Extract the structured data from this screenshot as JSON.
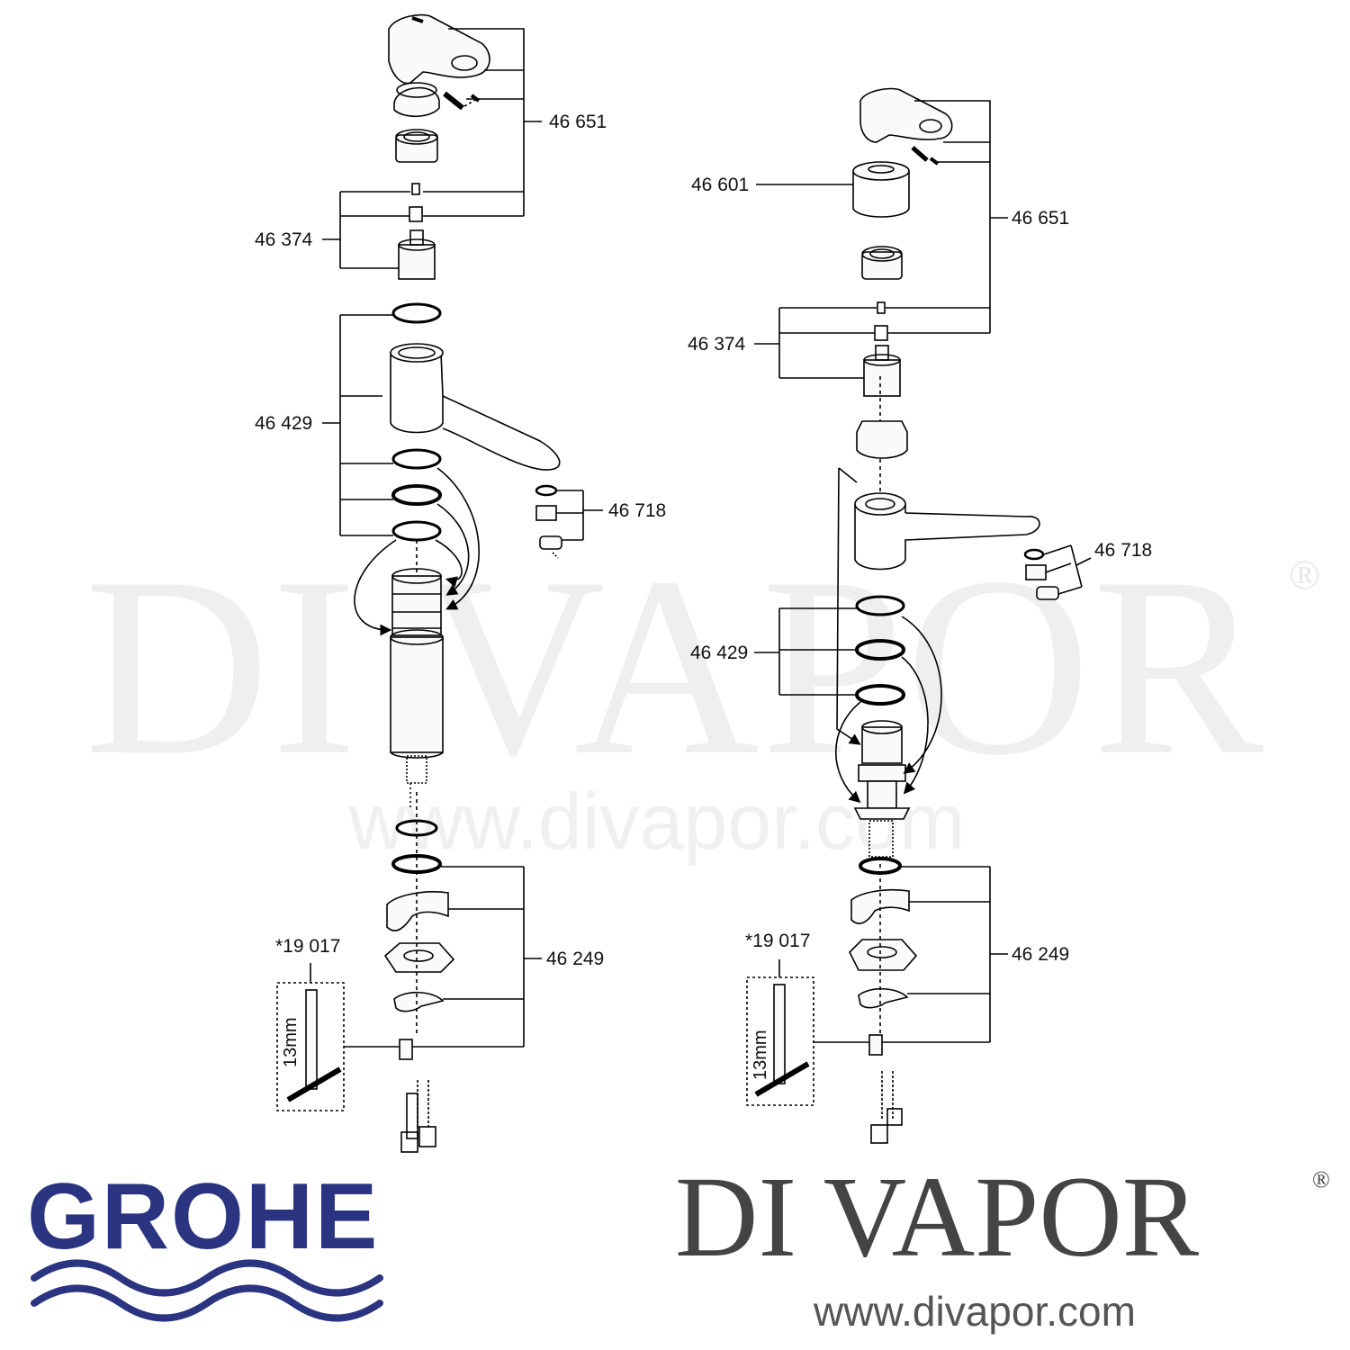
{
  "watermark": {
    "text": "DI VAPOR",
    "registered": "®",
    "url": "www.divapor.com"
  },
  "left_assembly": {
    "labels": {
      "handle": "46 651",
      "cartridge": "46 374",
      "spout_seals": "46 429",
      "aerator": "46 718",
      "mounting": "46 249",
      "tool": "*19 017"
    },
    "tool_size": "13mm"
  },
  "right_assembly": {
    "labels": {
      "cap": "46 601",
      "handle": "46 651",
      "cartridge": "46 374",
      "spout_seals": "46 429",
      "aerator": "46 718",
      "mounting": "46 249",
      "tool": "*19 017"
    },
    "tool_size": "13mm"
  },
  "footer": {
    "grohe_logo": "GROHE",
    "brand": "DI VAPOR",
    "brand_registered": "®",
    "brand_url": "www.divapor.com"
  },
  "colors": {
    "grohe_blue": "#2a3480",
    "brand_gray": "#444444"
  }
}
